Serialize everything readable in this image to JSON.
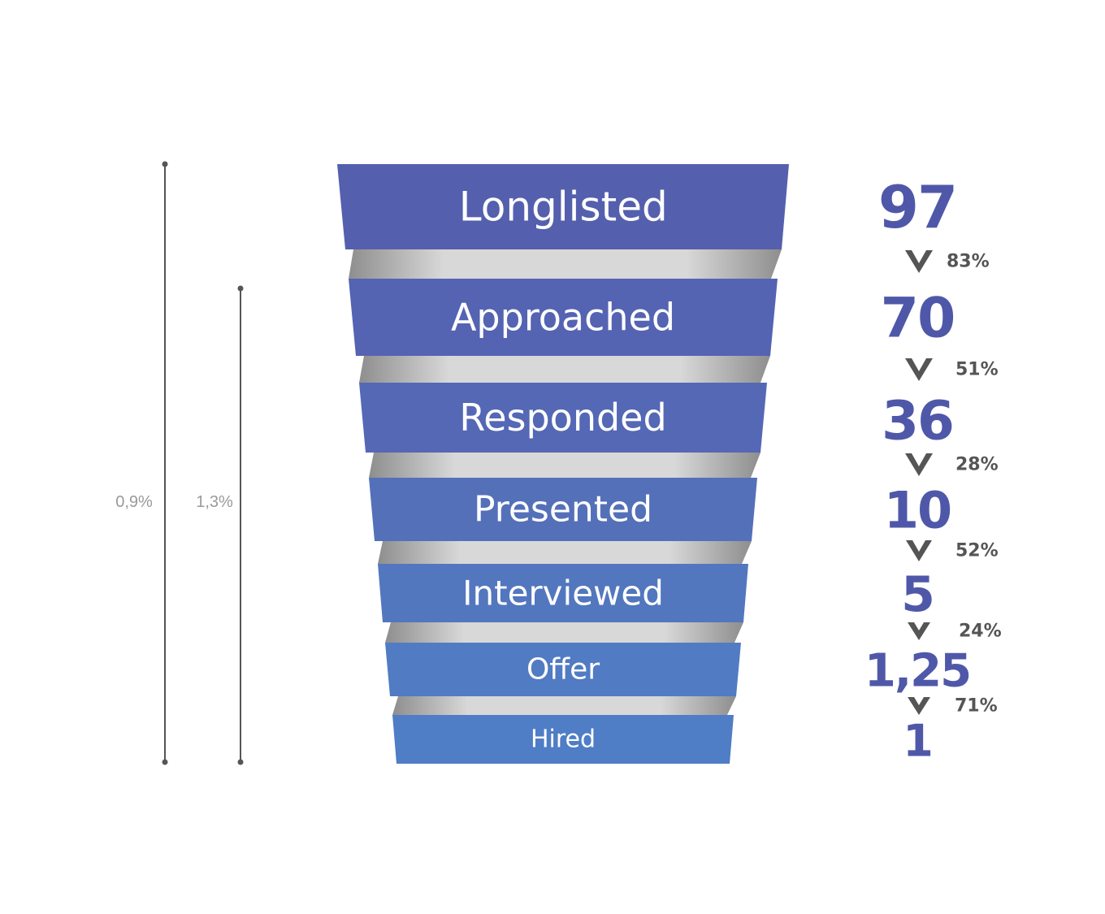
{
  "colors": {
    "stage_fills": [
      "#5460ae",
      "#5463b2",
      "#5468b5",
      "#5470b9",
      "#5277bf",
      "#517bc3",
      "#4f7dc6"
    ],
    "count_color": "#4f58a8",
    "ribbon_light": "#d8d8d8",
    "ribbon_shadow": "#8e8e8e",
    "arrow": "#555555",
    "bracket": "#555555",
    "overall_text": "#9a9a9a"
  },
  "chart_data": {
    "type": "funnel",
    "stages": [
      {
        "name": "Longlisted",
        "count": "97"
      },
      {
        "name": "Approached",
        "count": "70"
      },
      {
        "name": "Responded",
        "count": "36"
      },
      {
        "name": "Presented",
        "count": "10"
      },
      {
        "name": "Interviewed",
        "count": "5"
      },
      {
        "name": "Offer",
        "count": "1,25"
      },
      {
        "name": "Hired",
        "count": "1"
      }
    ],
    "conversion_rates": [
      "83%",
      "51%",
      "28%",
      "52%",
      "24%",
      "71%"
    ],
    "overall_rates": [
      {
        "label": "0,9%",
        "from_stage": "Longlisted",
        "to_stage": "Hired"
      },
      {
        "label": "1,3%",
        "from_stage": "Approached",
        "to_stage": "Hired"
      }
    ]
  }
}
